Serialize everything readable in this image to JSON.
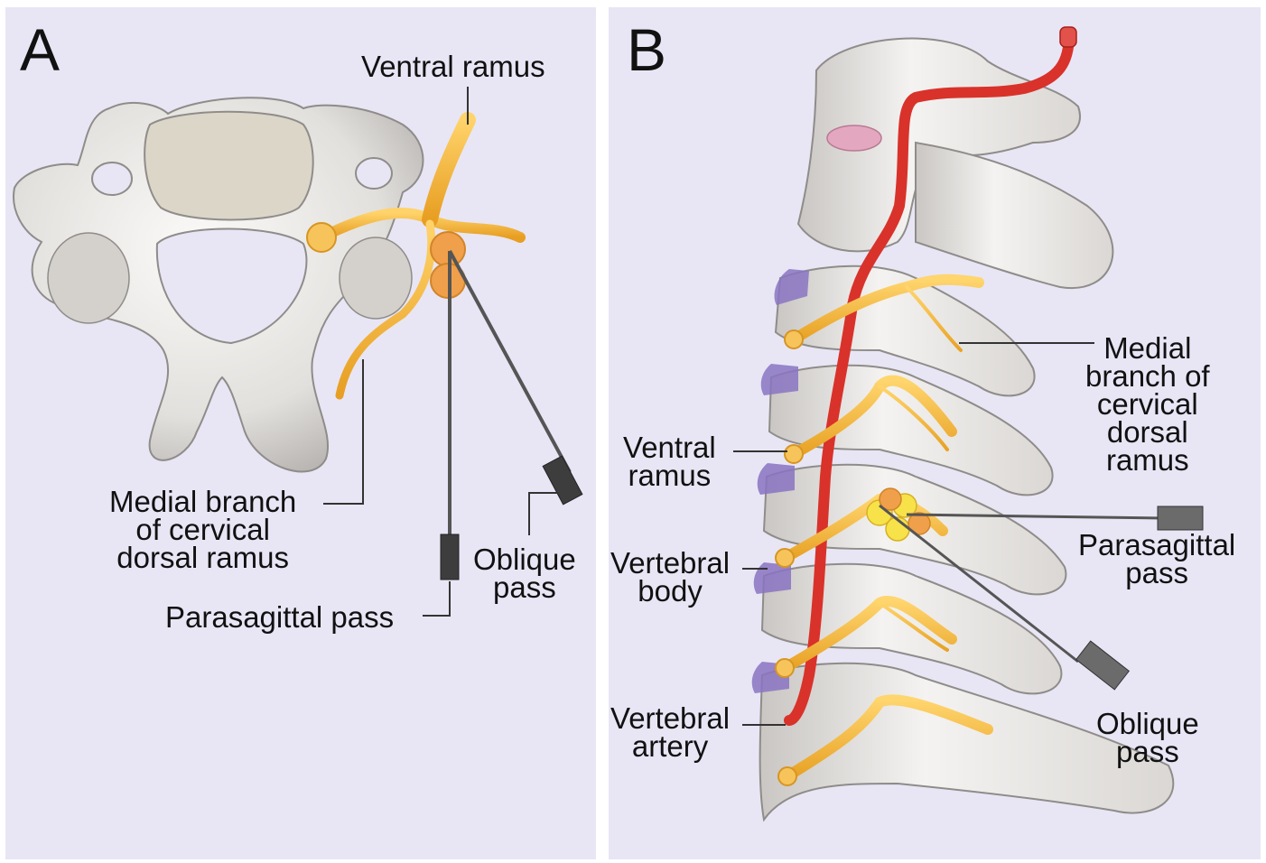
{
  "panel_a": {
    "letter": "A",
    "labels": {
      "ventral_ramus": "Ventral ramus",
      "medial_branch": [
        "Medial branch",
        "of cervical",
        "dorsal ramus"
      ],
      "parasagittal_pass": "Parasagittal pass",
      "oblique_pass": [
        "Oblique",
        "pass"
      ]
    }
  },
  "panel_b": {
    "letter": "B",
    "labels": {
      "medial_branch": [
        "Medial",
        "branch of",
        "cervical",
        "dorsal",
        "ramus"
      ],
      "ventral_ramus": [
        "Ventral",
        "ramus"
      ],
      "vertebral_body": [
        "Vertebral",
        "body"
      ],
      "vertebral_artery": [
        "Vertebral",
        "artery"
      ],
      "parasagittal_pass": [
        "Parasagittal",
        "pass"
      ],
      "oblique_pass": [
        "Oblique",
        "pass"
      ]
    }
  },
  "colors": {
    "background": "#e8e6f5",
    "bone": "#eceae8",
    "bone_shadow": "#9d9a98",
    "nerve": "#f2b53a",
    "artery": "#d9322a",
    "disc": "#8a74c2",
    "needle": "#555555"
  }
}
